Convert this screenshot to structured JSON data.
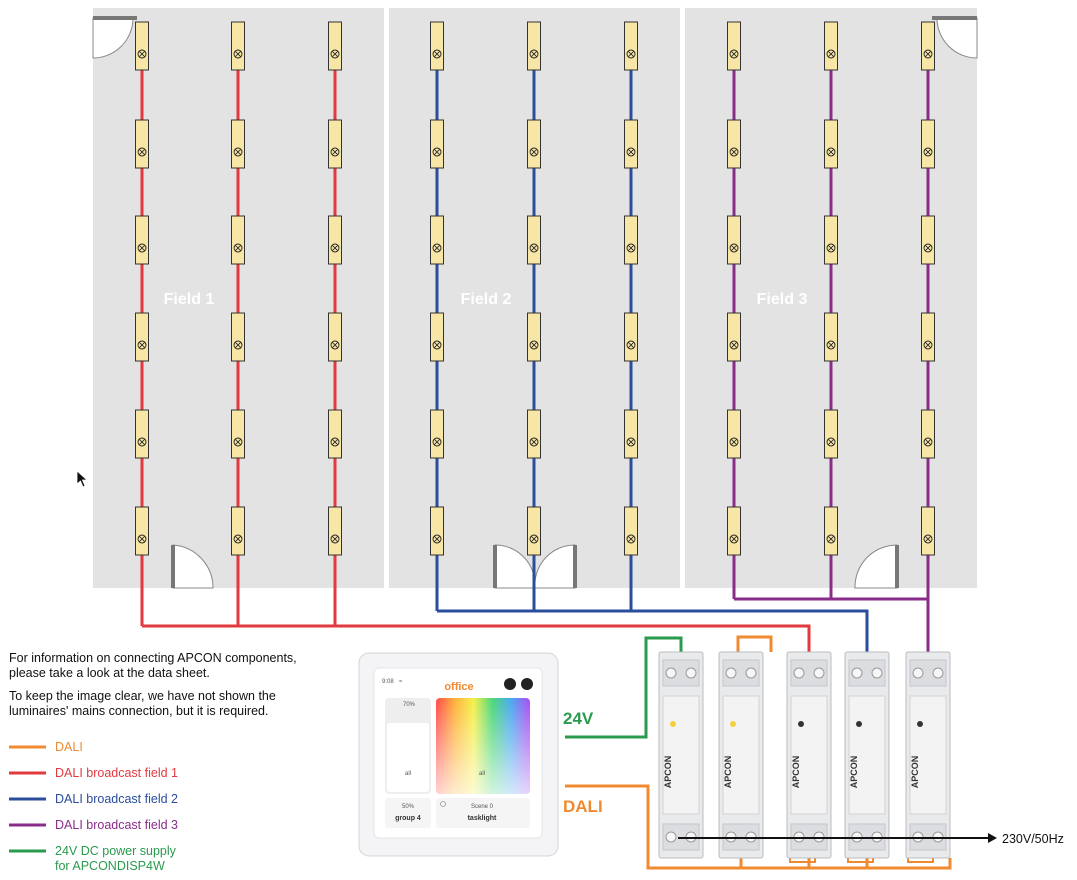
{
  "fields": [
    {
      "label": "Field 1",
      "color": "#e23a3f"
    },
    {
      "label": "Field 2",
      "color": "#2a4d9c"
    },
    {
      "label": "Field 3",
      "color": "#8a2d8a"
    }
  ],
  "info": {
    "line1": "For information on connecting APCON components,",
    "line2": "please take a look at the data sheet.",
    "line3": "To keep the image clear, we have not shown the",
    "line4": "luminaires' mains connection, but it is required."
  },
  "legend": [
    {
      "label": "DALI",
      "color": "#f08a30"
    },
    {
      "label": "DALI broadcast field 1",
      "color": "#e23a3f"
    },
    {
      "label": "DALI broadcast field 2",
      "color": "#2a4d9c"
    },
    {
      "label": "DALI broadcast field 3",
      "color": "#8a2d8a"
    },
    {
      "label": "24V DC power supply",
      "label2": "for APCONDISP4W",
      "color": "#2a9a4d"
    }
  ],
  "labels": {
    "v24": "24V",
    "dali": "DALI",
    "mains": "230V/50Hz"
  },
  "panel": {
    "time": "9:08",
    "title": "office",
    "slider_pct": "70%",
    "slider_label": "all",
    "color_label": "all",
    "group_pct": "50%",
    "group_name": "group 4",
    "scene_label": "Scene 0",
    "scene_name": "tasklight"
  },
  "devices": {
    "brand": "APCON"
  },
  "colors": {
    "room": "#e3e3e3",
    "luminaire": "#f7e6a6",
    "dali": "#f08a30",
    "power": "#2a9a4d",
    "mains": "#111111"
  }
}
